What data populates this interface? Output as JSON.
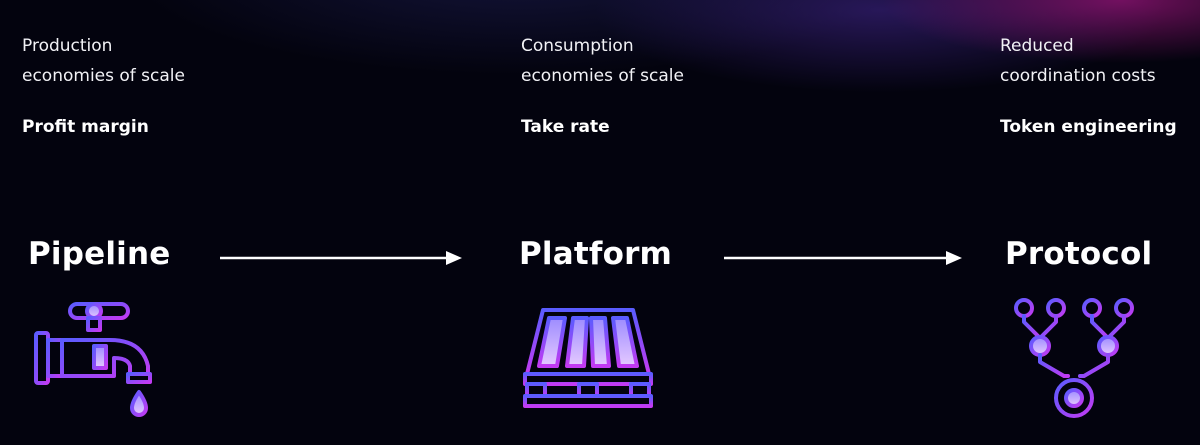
{
  "stages": [
    {
      "description_lines": [
        "Production",
        "economies of scale"
      ],
      "metric": "Profit margin",
      "name": "Pipeline",
      "icon": "faucet-icon"
    },
    {
      "description_lines": [
        "Consumption",
        "economies of scale"
      ],
      "metric": "Take rate",
      "name": "Platform",
      "icon": "pallet-icon"
    },
    {
      "description_lines": [
        "Reduced",
        "coordination costs"
      ],
      "metric": "Token engineering",
      "name": "Protocol",
      "icon": "network-node-icon"
    }
  ],
  "colors": {
    "background": "#03030e",
    "text": "#ffffff",
    "icon_gradient_start": "#4f5bff",
    "icon_gradient_end": "#c13cf5",
    "accent_fill": "#b9a8ff"
  }
}
